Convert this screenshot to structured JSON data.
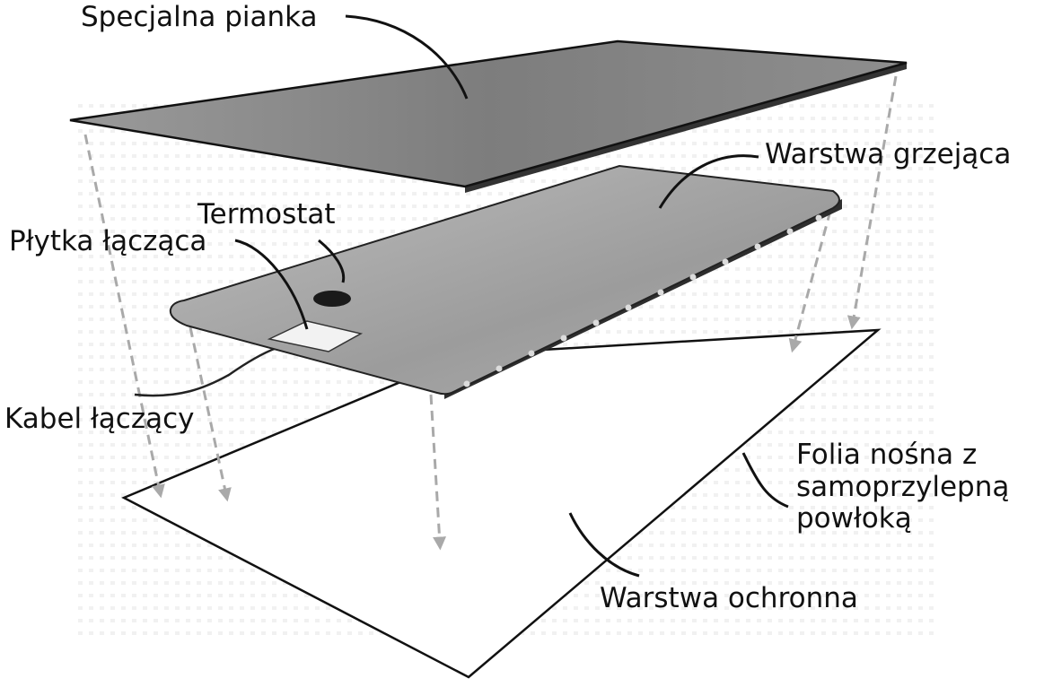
{
  "labels": {
    "foam": "Specjalna pianka",
    "heating": "Warstwa grzejąca",
    "thermostat": "Termostat",
    "plate": "Płytka łącząca",
    "cable": "Kabel łączący",
    "film_line1": "Folia nośna z",
    "film_line2": "samoprzylepną",
    "film_line3": "powłoką",
    "protective": "Warstwa ochronna"
  },
  "colors": {
    "foam_fill": "#8a8a8a",
    "heating_fill": "#a8a8a8",
    "heating_edge": "#3a3a3a",
    "bottom_fill": "#ffffff",
    "outline": "#111111",
    "arrow": "#a9a9a9",
    "text": "#111111"
  }
}
